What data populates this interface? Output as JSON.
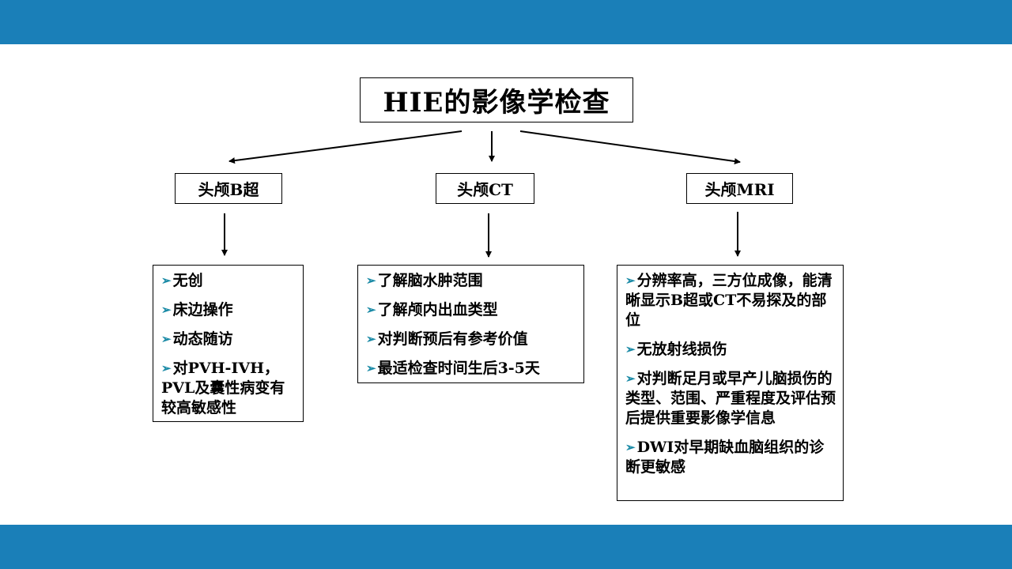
{
  "title": "HIE的影像学检查",
  "categories": [
    {
      "label": "头颅B超"
    },
    {
      "label": "头颅CT"
    },
    {
      "label": "头颅MRI"
    }
  ],
  "lists": [
    {
      "items": [
        "无创",
        "床边操作",
        "动态随访",
        "对PVH-IVH，PVL及囊性病变有较高敏感性"
      ]
    },
    {
      "items": [
        "了解脑水肿范围",
        "了解颅内出血类型",
        "对判断预后有参考价值",
        "最适检查时间生后3-5天"
      ]
    },
    {
      "items": [
        "分辨率高，三方位成像，能清晰显示B超或CT不易探及的部位",
        "无放射线损伤",
        "对判断足月或早产儿脑损伤的类型、范围、严重程度及评估预后提供重要影像学信息",
        "DWI对早期缺血脑组织的诊断更敏感"
      ]
    }
  ],
  "bullet_icon": "arrowhead-bullet-icon",
  "colors": {
    "band": "#1a7fb8",
    "bullet": "#1a8aa6",
    "border": "#000000"
  }
}
